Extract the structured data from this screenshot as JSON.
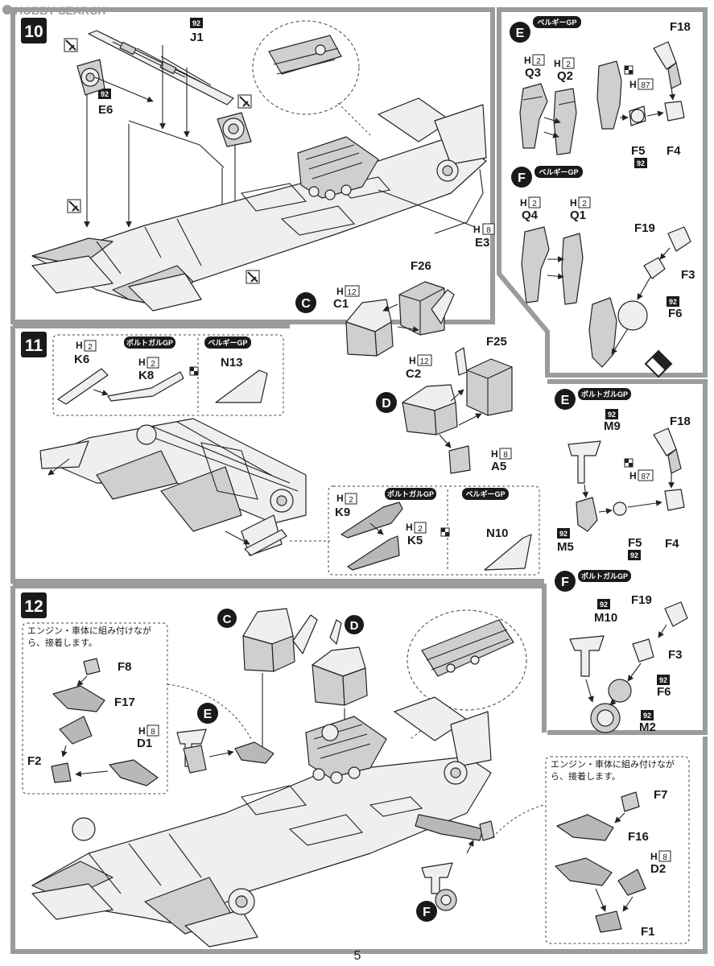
{
  "watermark": "HOBBY SEARCH",
  "page_number": "5",
  "steps": {
    "s10": {
      "number": "10",
      "parts": {
        "J1": "J1",
        "J1_badge": "92",
        "E6": "E6",
        "E6_badge": "92",
        "E3": "E3",
        "E3_runner": "H",
        "E3_qty": "8"
      }
    },
    "s11": {
      "number": "11",
      "portugal_gp": "ポルトガルGP",
      "belgium_gp": "ベルギーGP",
      "parts": {
        "K6": "K6",
        "K6_runner": "H",
        "K6_qty": "2",
        "K8": "K8",
        "K8_runner": "H",
        "K8_qty": "2",
        "N13": "N13",
        "K9": "K9",
        "K9_runner": "H",
        "K9_qty": "2",
        "K5": "K5",
        "K5_runner": "H",
        "K5_qty": "2",
        "N10": "N10"
      }
    },
    "s12": {
      "number": "12",
      "note": "エンジン・車体に組み付けながら、接着します。",
      "parts": {
        "F8": "F8",
        "F17": "F17",
        "D1": "D1",
        "D1_runner": "H",
        "D1_qty": "8",
        "F2": "F2",
        "F7": "F7",
        "F16": "F16",
        "D2": "D2",
        "D2_runner": "H",
        "D2_qty": "8",
        "F1": "F1"
      }
    }
  },
  "sub_c": {
    "letter": "C",
    "C1": "C1",
    "C1_runner": "H",
    "C1_qty": "12",
    "F26": "F26"
  },
  "sub_d": {
    "letter": "D",
    "C2": "C2",
    "C2_runner": "H",
    "C2_qty": "12",
    "F25": "F25",
    "A5": "A5",
    "A5_runner": "H",
    "A5_qty": "8"
  },
  "belgium": {
    "gp": "ベルギーGP",
    "E": {
      "letter": "E",
      "Q3": "Q3",
      "Q3_runner": "H",
      "Q3_qty": "2",
      "Q2": "Q2",
      "Q2_runner": "H",
      "Q2_qty": "2",
      "F18": "F18",
      "H87_runner": "H",
      "H87_qty": "87",
      "F5": "F5",
      "F5_badge": "92",
      "F4": "F4"
    },
    "F": {
      "letter": "F",
      "Q4": "Q4",
      "Q4_runner": "H",
      "Q4_qty": "2",
      "Q1": "Q1",
      "Q1_runner": "H",
      "Q1_qty": "2",
      "F19": "F19",
      "F3": "F3",
      "F6": "F6",
      "F6_badge": "92"
    }
  },
  "portugal": {
    "gp": "ポルトガルGP",
    "E": {
      "letter": "E",
      "M9": "M9",
      "M9_badge": "92",
      "F18": "F18",
      "H87_runner": "H",
      "H87_qty": "87",
      "M5": "M5",
      "M5_badge": "92",
      "F5": "F5",
      "F5_badge": "92",
      "F4": "F4"
    },
    "F": {
      "letter": "F",
      "M10": "M10",
      "M10_badge": "92",
      "F19": "F19",
      "F3": "F3",
      "F6": "F6",
      "F6_badge": "92",
      "M2": "M2",
      "M2_badge": "92"
    }
  },
  "colors": {
    "frame": "#9b9b9b",
    "badge": "#1a1a1a",
    "part_fill": "#efefef",
    "part_shadow": "#cfcfcf"
  }
}
